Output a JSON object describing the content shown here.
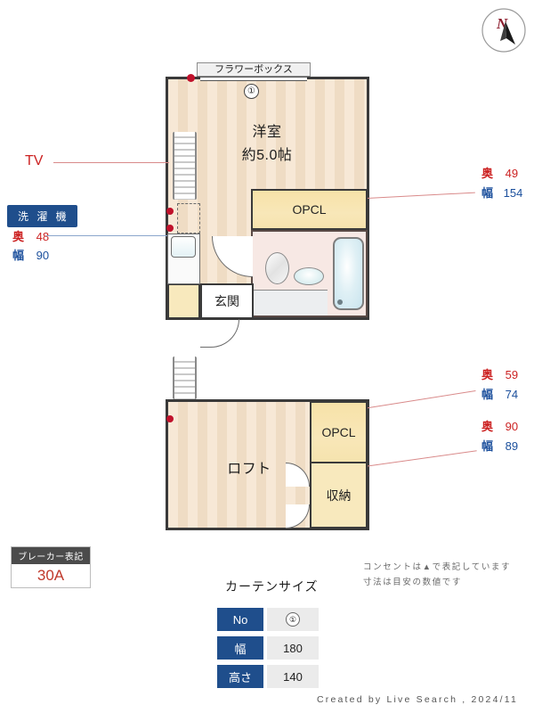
{
  "meta": {
    "footer": "Created by Live Search , 2024/11"
  },
  "compass": {
    "label": "N",
    "name": "north-compass"
  },
  "upper_floor": {
    "flower_box_label": "フラワーボックス",
    "window_number": "①",
    "room_name": "洋室",
    "room_size": "約5.0帖",
    "closet_label": "OPCL",
    "entrance_label": "玄関"
  },
  "lower_floor": {
    "room_name": "ロフト",
    "closet_label": "OPCL",
    "storage_label": "収納"
  },
  "callouts": {
    "tv": {
      "label": "TV"
    },
    "washer": {
      "label": "洗 濯 機",
      "depth_key": "奥",
      "depth_value": "48",
      "width_key": "幅",
      "width_value": "90"
    },
    "upper_closet": {
      "depth_key": "奥",
      "depth_value": "49",
      "width_key": "幅",
      "width_value": "154"
    },
    "loft_closet": {
      "depth_key": "奥",
      "depth_value": "59",
      "width_key": "幅",
      "width_value": "74"
    },
    "loft_storage": {
      "depth_key": "奥",
      "depth_value": "90",
      "width_key": "幅",
      "width_value": "89"
    }
  },
  "breaker": {
    "title": "ブレーカー表記",
    "value": "30A"
  },
  "curtain": {
    "title": "カーテンサイズ",
    "rows": [
      {
        "key": "No",
        "value": "①",
        "is_circle": true
      },
      {
        "key": "幅",
        "value": "180",
        "is_circle": false
      },
      {
        "key": "高さ",
        "value": "140",
        "is_circle": false
      }
    ]
  },
  "notes": [
    "コンセントは▲で表記しています",
    "寸法は目安の数値です"
  ],
  "colors": {
    "wall": "#3a3a3a",
    "floor": "#f6e6d4",
    "closet": "#f7e2a8",
    "red": "#cc2222",
    "blue": "#1b4f9c",
    "badge": "#1f4e8c"
  }
}
